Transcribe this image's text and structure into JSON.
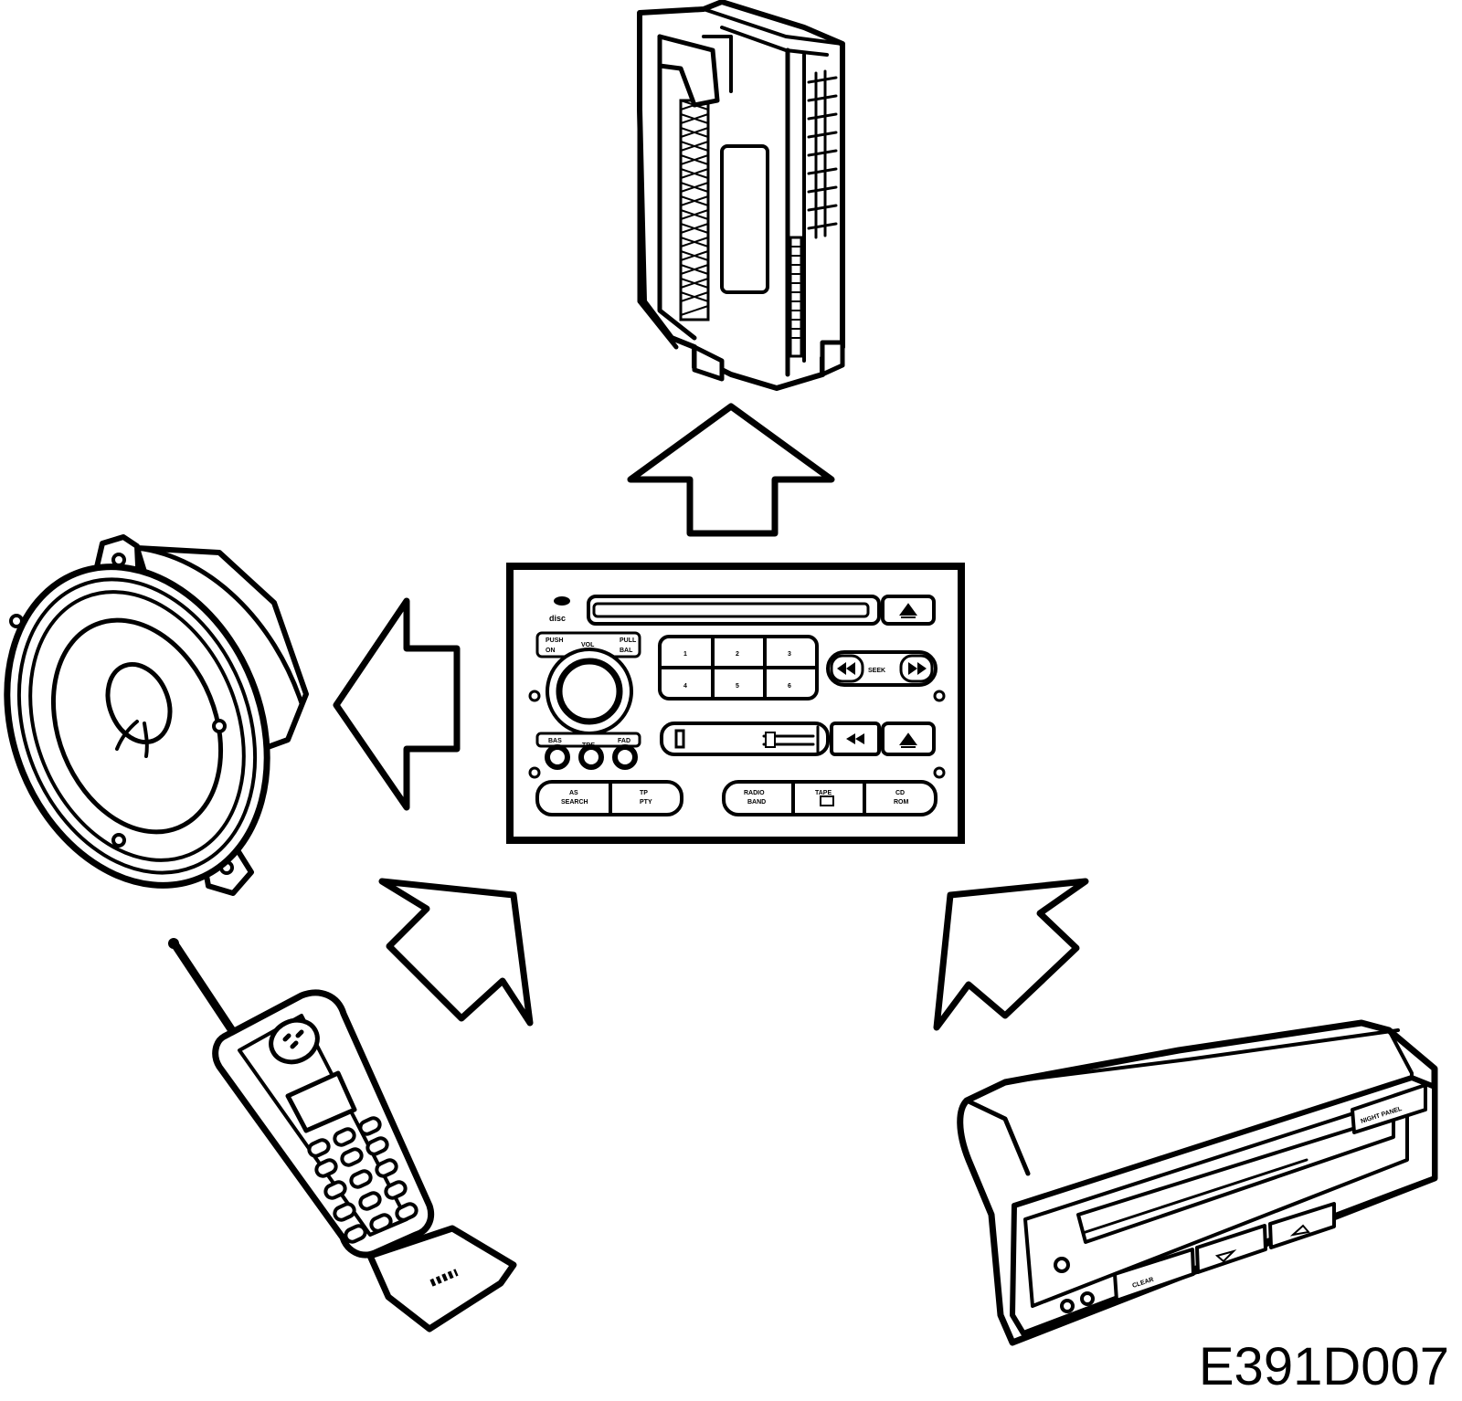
{
  "figure_id": "E391D007",
  "center_unit": {
    "name": "radio-cassette-cd-head-unit",
    "logo_text": "disc",
    "labels": {
      "push_on": "PUSH",
      "on": "ON",
      "vol": "VOL",
      "pull": "PULL",
      "bal": "BAL",
      "bas": "BAS",
      "tre": "TRE",
      "fad": "FAD",
      "seek": "SEEK",
      "as_search_1": "AS",
      "as_search_2": "SEARCH",
      "tp_pty_1": "TP",
      "tp_pty_2": "PTY",
      "radio_band_1": "RADIO",
      "radio_band_2": "BAND",
      "tape": "TAPE",
      "cd_rom_1": "CD",
      "cd_rom_2": "ROM"
    },
    "presets": [
      "1",
      "2",
      "3",
      "4",
      "5",
      "6"
    ]
  },
  "display_unit": {
    "name": "information-display-unit",
    "labels": {
      "night_panel": "NIGHT PANEL",
      "clear": "CLEAR"
    }
  },
  "components": [
    "cd-changer",
    "speaker",
    "mobile-phone",
    "information-display"
  ],
  "arrows": [
    {
      "from": "head-unit",
      "to": "cd-changer",
      "direction": "up"
    },
    {
      "from": "head-unit",
      "to": "speaker",
      "direction": "left"
    },
    {
      "from": "mobile-phone",
      "to": "head-unit",
      "direction": "up-right"
    },
    {
      "from": "information-display",
      "to": "head-unit",
      "direction": "up-left"
    }
  ]
}
